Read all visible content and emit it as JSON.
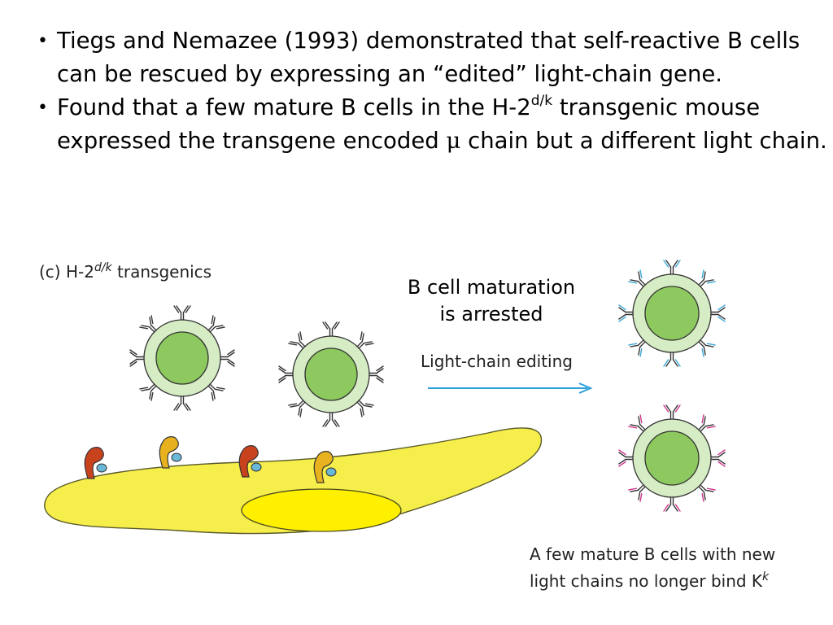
{
  "bullets": [
    {
      "marker": "•",
      "text": "Tiegs and Nemazee (1993) demonstrated that self-reactive B cells can be rescued by expressing an “edited” light-chain gene."
    },
    {
      "marker": "•",
      "text_before": "Found that a few mature B cells in the H-2",
      "superscript": "d/k",
      "text_middle": " transgenic mouse expressed the transgene encoded ",
      "symbol": "μ",
      "text_after": " chain but a different light chain."
    }
  ],
  "figure": {
    "panel_label_prefix": "(c) H-2",
    "panel_label_sup": "d/k",
    "panel_label_suffix": " transgenics",
    "arrest_line1": "B cell maturation",
    "arrest_line2": "is arrested",
    "arrow_label": "Light-chain editing",
    "result_line1": "A few mature B cells with new",
    "result_line2_prefix": "light chains no longer bind K",
    "result_line2_sup": "k"
  },
  "colors": {
    "cell_outer": "#d6ecc4",
    "cell_inner": "#8dc95f",
    "stromal_cell": "#f6ee4a",
    "stromal_nucleus": "#fff000",
    "arrow": "#2a9fd8",
    "edited_light_chain_blue": "#3aa8d8",
    "edited_light_chain_pink": "#d0358c",
    "mhc_red": "#c9421e",
    "mhc_yellow": "#e8b21e",
    "peptide_blue": "#6ab8d8"
  }
}
